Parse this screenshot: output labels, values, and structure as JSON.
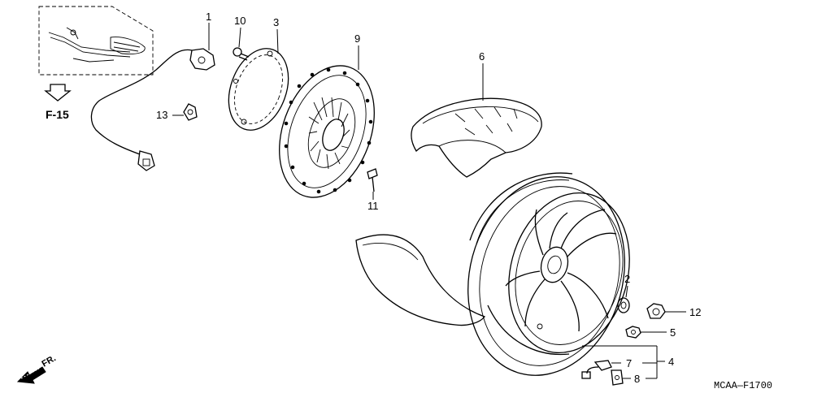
{
  "callouts": {
    "p1": "1",
    "p2": "2",
    "p3": "3",
    "p4": "4",
    "p5": "5",
    "p6": "6",
    "p7": "7",
    "p8": "8",
    "p9": "9",
    "p10": "10",
    "p11": "11",
    "p12": "12",
    "p13": "13"
  },
  "reference": "F-15",
  "front_marker": "FR.",
  "diagram_code": "MCAA—F1700"
}
